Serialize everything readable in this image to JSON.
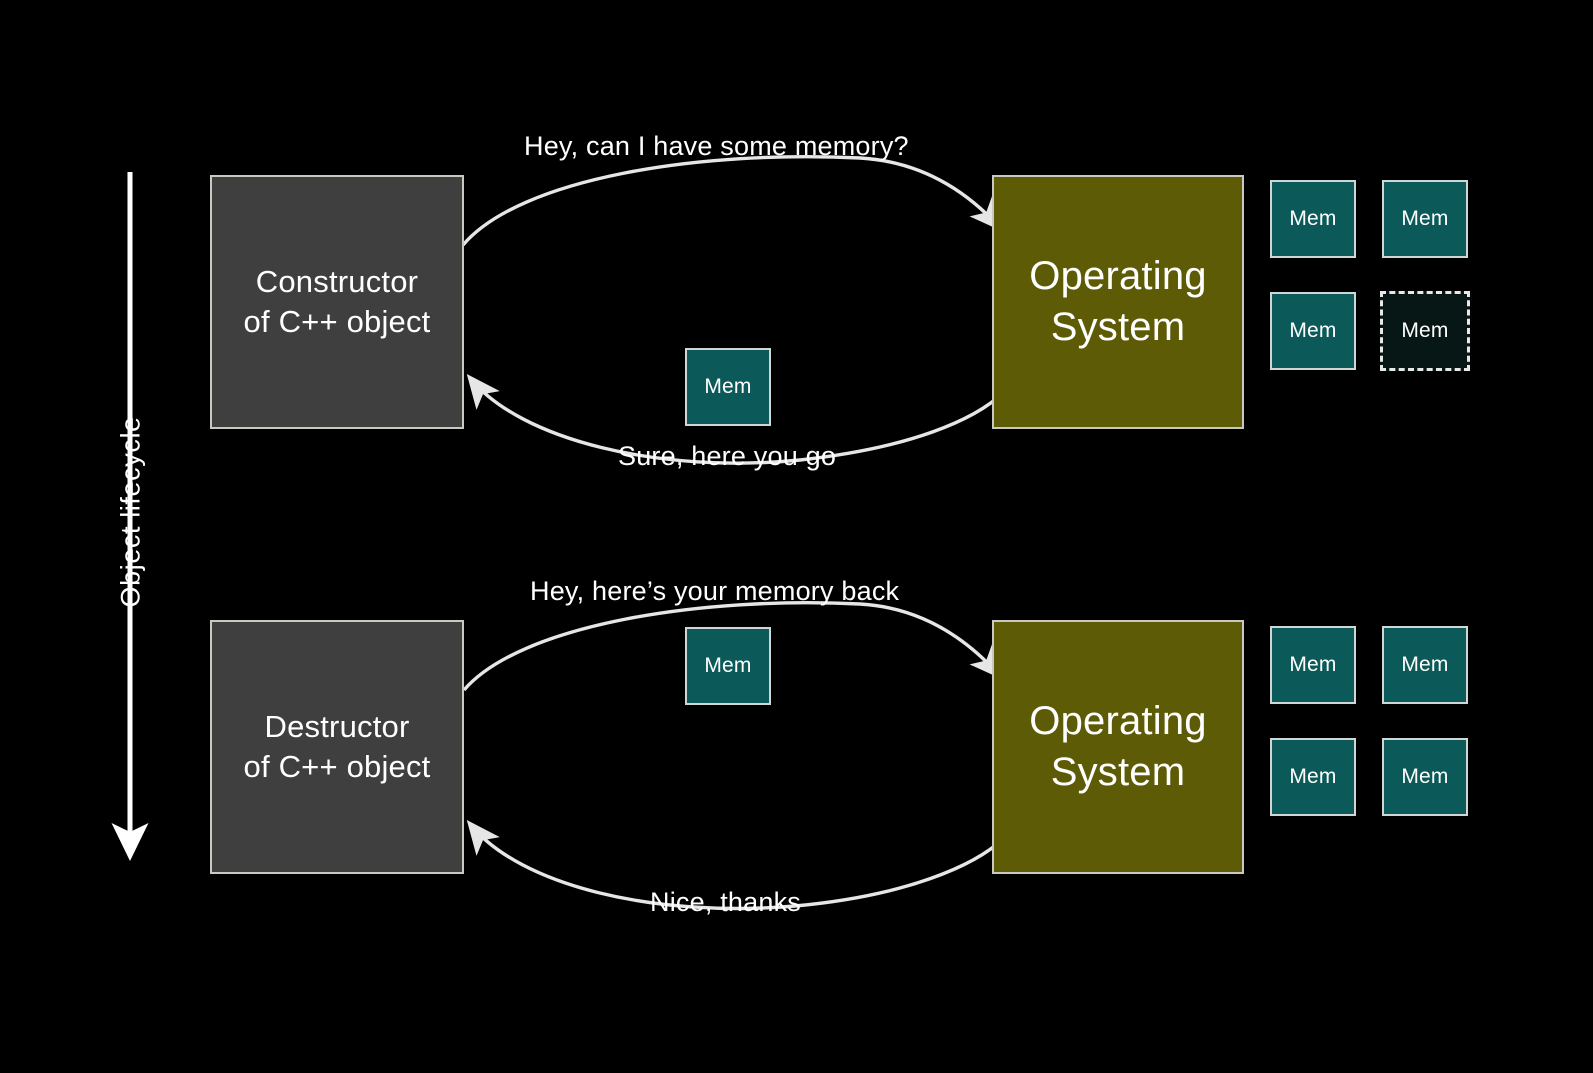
{
  "slide": {
    "background_color": "#000000",
    "axis": {
      "label": "Object lifecycle",
      "direction": "downward-arrow"
    }
  },
  "colors": {
    "background": "#000000",
    "object_box_fill": "#3f3f3f",
    "os_box_fill": "#5e5b06",
    "memory_fill": "#0b5a59",
    "memory_free_fill": "#071715",
    "stroke": "#c9c9c2",
    "text": "#ffffff"
  },
  "phases": [
    {
      "id": "construction",
      "object_box": {
        "label": "Constructor\nof C++ object"
      },
      "os_box": {
        "label": "Operating\nSystem"
      },
      "request_label": "Hey, can I have some memory?",
      "response_label": "Sure, here you go",
      "transit_memory": {
        "label": "Mem"
      },
      "memory_pool": [
        {
          "label": "Mem",
          "state": "allocated"
        },
        {
          "label": "Mem",
          "state": "allocated"
        },
        {
          "label": "Mem",
          "state": "allocated"
        },
        {
          "label": "Mem",
          "state": "free"
        }
      ]
    },
    {
      "id": "destruction",
      "object_box": {
        "label": "Destructor\nof C++ object"
      },
      "os_box": {
        "label": "Operating\nSystem"
      },
      "request_label": "Hey, here’s your memory back",
      "response_label": "Nice, thanks",
      "transit_memory": {
        "label": "Mem"
      },
      "memory_pool": [
        {
          "label": "Mem",
          "state": "allocated"
        },
        {
          "label": "Mem",
          "state": "allocated"
        },
        {
          "label": "Mem",
          "state": "allocated"
        },
        {
          "label": "Mem",
          "state": "allocated"
        }
      ]
    }
  ]
}
